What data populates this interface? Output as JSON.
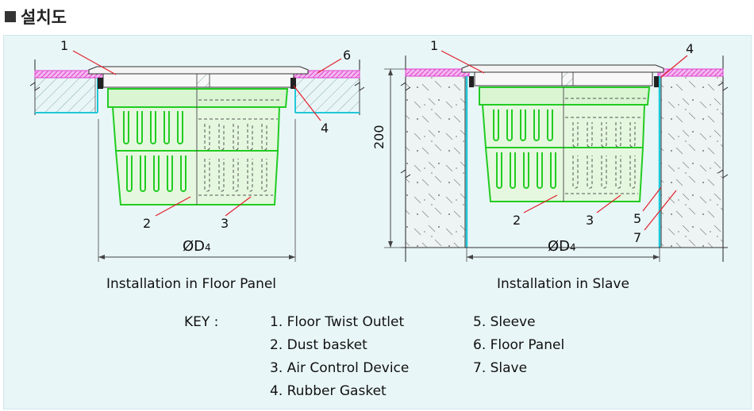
{
  "title": "설치도",
  "captions": {
    "left": "Installation in Floor Panel",
    "right": "Installation in Slave"
  },
  "dimensions": {
    "diameter": "ØD",
    "diameter_sub": "4",
    "height": "200"
  },
  "callouts": {
    "left": [
      "1",
      "2",
      "3",
      "4",
      "6"
    ],
    "right": [
      "1",
      "2",
      "3",
      "4",
      "5",
      "7"
    ]
  },
  "key": {
    "label": "KEY :",
    "items": [
      "1. Floor Twist Outlet",
      "2. Dust basket",
      "3. Air Control Device",
      "4. Rubber Gasket",
      "5. Sleeve",
      "6. Floor Panel",
      "7. Slave"
    ]
  },
  "colors": {
    "basket": "#22cc22",
    "callout": "#e0202a",
    "floor": "#e040d0",
    "sleeve": "#20c8d8",
    "panel_bg": "#e9f6f8"
  }
}
